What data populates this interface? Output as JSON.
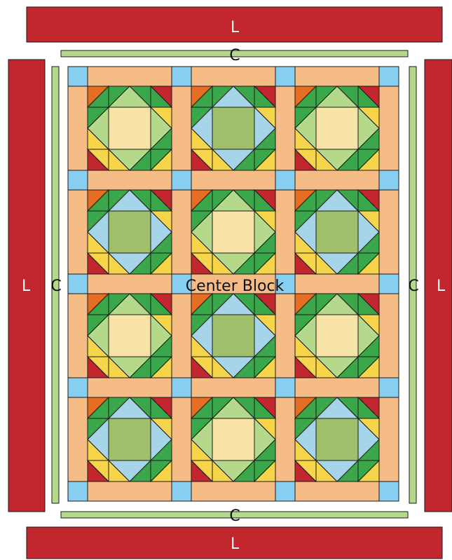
{
  "labels": {
    "border_outer": "L",
    "border_inner": "C",
    "center": "Center Block"
  },
  "colors": {
    "red": "#c1272d",
    "light_green": "#b5d98a",
    "peach": "#f5bc86",
    "sky": "#86cff0",
    "dark_green": "#3aa84a",
    "orange": "#e56e24",
    "yellow": "#f7d54a",
    "pale_yellow": "#f6e3a5",
    "olive": "#9fbf6a",
    "light_blue": "#a6d5ea",
    "white": "#ffffff",
    "outline": "#1a1a1a"
  },
  "quilt": {
    "rows": 4,
    "cols": 3,
    "block_types": [
      [
        "A",
        "B",
        "A"
      ],
      [
        "B",
        "A",
        "B"
      ],
      [
        "A",
        "B",
        "A"
      ],
      [
        "B",
        "A",
        "B"
      ]
    ]
  }
}
